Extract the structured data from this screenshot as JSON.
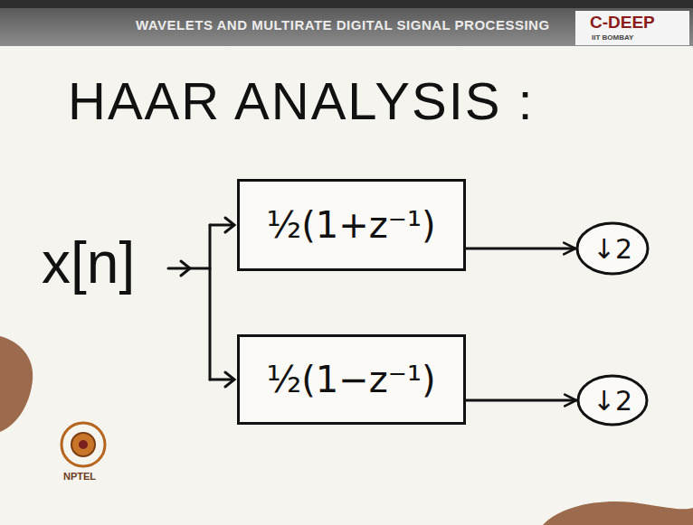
{
  "diagram": {
    "title": "HAAR ANALYSIS :",
    "nodes": [
      {
        "text": [
          "½(1+z⁻¹)"
        ]
      },
      {
        "text": [
          "↓2"
        ]
      },
      {
        "text": [
          "½(1−z⁻¹)"
        ]
      },
      {
        "text": [
          "↓2"
        ]
      }
    ],
    "edges": [
      {
        "from": 0,
        "to": 1,
        "arrow": "to"
      },
      {
        "from": 2,
        "to": 3,
        "arrow": "to"
      }
    ],
    "labels": [
      "WAVELETS AND MULTIRATE DIGITAL SIGNAL PROCESSING",
      "C-DEEP",
      "IIT BOMBAY",
      "x[n]",
      "NPTEL"
    ]
  }
}
